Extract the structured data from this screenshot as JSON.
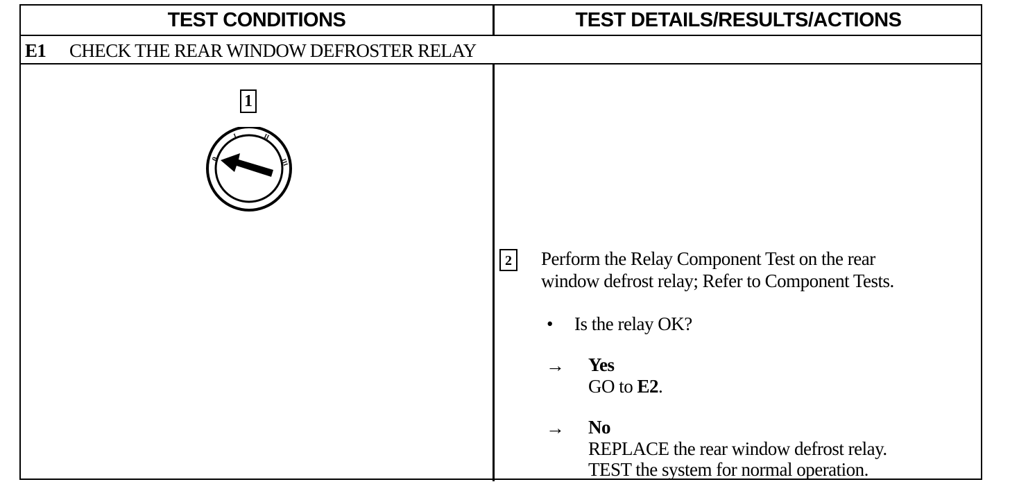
{
  "header": {
    "left": "TEST CONDITIONS",
    "right": "TEST DETAILS/RESULTS/ACTIONS"
  },
  "step": {
    "code": "E1",
    "title": "CHECK THE REAR WINDOW DEFROSTER RELAY"
  },
  "condition": {
    "step_number": "1",
    "icon": "ignition-switch-off-icon"
  },
  "detail": {
    "step_number": "2",
    "instruction_line1": "Perform the Relay Component Test on the rear",
    "instruction_line2": "window defrost relay; Refer to Component Tests.",
    "bullet": "•",
    "question": "Is the relay OK?",
    "arrow": "→",
    "yes": {
      "label": "Yes",
      "action_prefix": "GO to ",
      "action_target": "E2",
      "action_suffix": "."
    },
    "no": {
      "label": "No",
      "action_line1": "REPLACE the rear window defrost relay.",
      "action_line2": "TEST the system for normal operation."
    }
  }
}
